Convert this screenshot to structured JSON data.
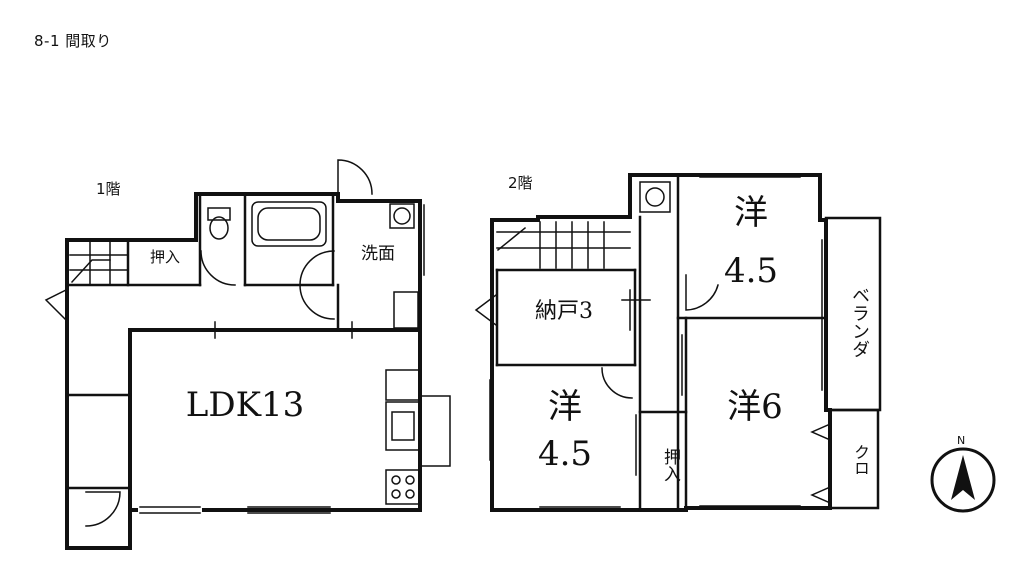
{
  "title": "8-1 間取り",
  "floors": {
    "first": {
      "label": "1階",
      "rooms": {
        "closet": "押入",
        "washroom": "洗面",
        "ldk": "LDK13"
      }
    },
    "second": {
      "label": "2階",
      "rooms": {
        "storage": "納戸3",
        "western_ne_name": "洋",
        "western_ne_size": "4.5",
        "western_sw_name": "洋",
        "western_sw_size": "4.5",
        "western_se": "洋6",
        "closet": "押入",
        "veranda": "ベランダ",
        "cloak": "クロ"
      }
    }
  },
  "compass": {
    "label": "N",
    "icon": "north-arrow-icon"
  },
  "colors": {
    "line": "#111111",
    "background": "#ffffff"
  }
}
